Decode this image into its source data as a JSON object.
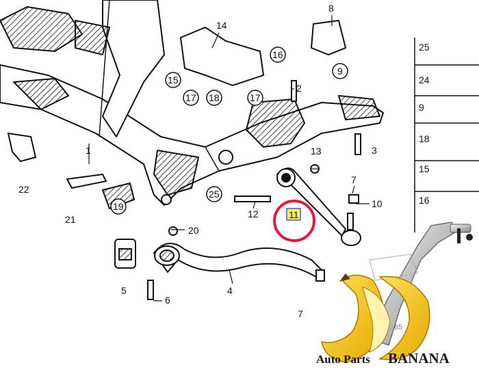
{
  "diagram": {
    "part_labels": [
      {
        "id": "p1",
        "text": "1"
      },
      {
        "id": "p2",
        "text": "2"
      },
      {
        "id": "p3",
        "text": "3"
      },
      {
        "id": "p4",
        "text": "4"
      },
      {
        "id": "p5",
        "text": "5"
      },
      {
        "id": "p6",
        "text": "6"
      },
      {
        "id": "p7a",
        "text": "7"
      },
      {
        "id": "p7b",
        "text": "7"
      },
      {
        "id": "p8",
        "text": "8"
      },
      {
        "id": "p9",
        "text": "9"
      },
      {
        "id": "p10",
        "text": "10"
      },
      {
        "id": "p12",
        "text": "12"
      },
      {
        "id": "p13",
        "text": "13"
      },
      {
        "id": "p14",
        "text": "14"
      },
      {
        "id": "p15",
        "text": "15"
      },
      {
        "id": "p16",
        "text": "16"
      },
      {
        "id": "p17a",
        "text": "17"
      },
      {
        "id": "p17b",
        "text": "17"
      },
      {
        "id": "p18",
        "text": "18"
      },
      {
        "id": "p19",
        "text": "19"
      },
      {
        "id": "p20",
        "text": "20"
      },
      {
        "id": "p21",
        "text": "21"
      },
      {
        "id": "p22",
        "text": "22"
      },
      {
        "id": "p25",
        "text": "25"
      }
    ],
    "highlighted_part": {
      "text": "11",
      "highlight_color": "#e8173a",
      "label_fill": "#fff35c",
      "label_border": "#3a5bd8"
    },
    "side_column": [
      "25",
      "24",
      "9",
      "18",
      "15",
      "16"
    ],
    "part_number_fragment": "065"
  },
  "brand": {
    "line1": "Auto Parts",
    "line2": "BANANA",
    "text_color": "#1b1208",
    "banana_color": "#f3c316"
  }
}
